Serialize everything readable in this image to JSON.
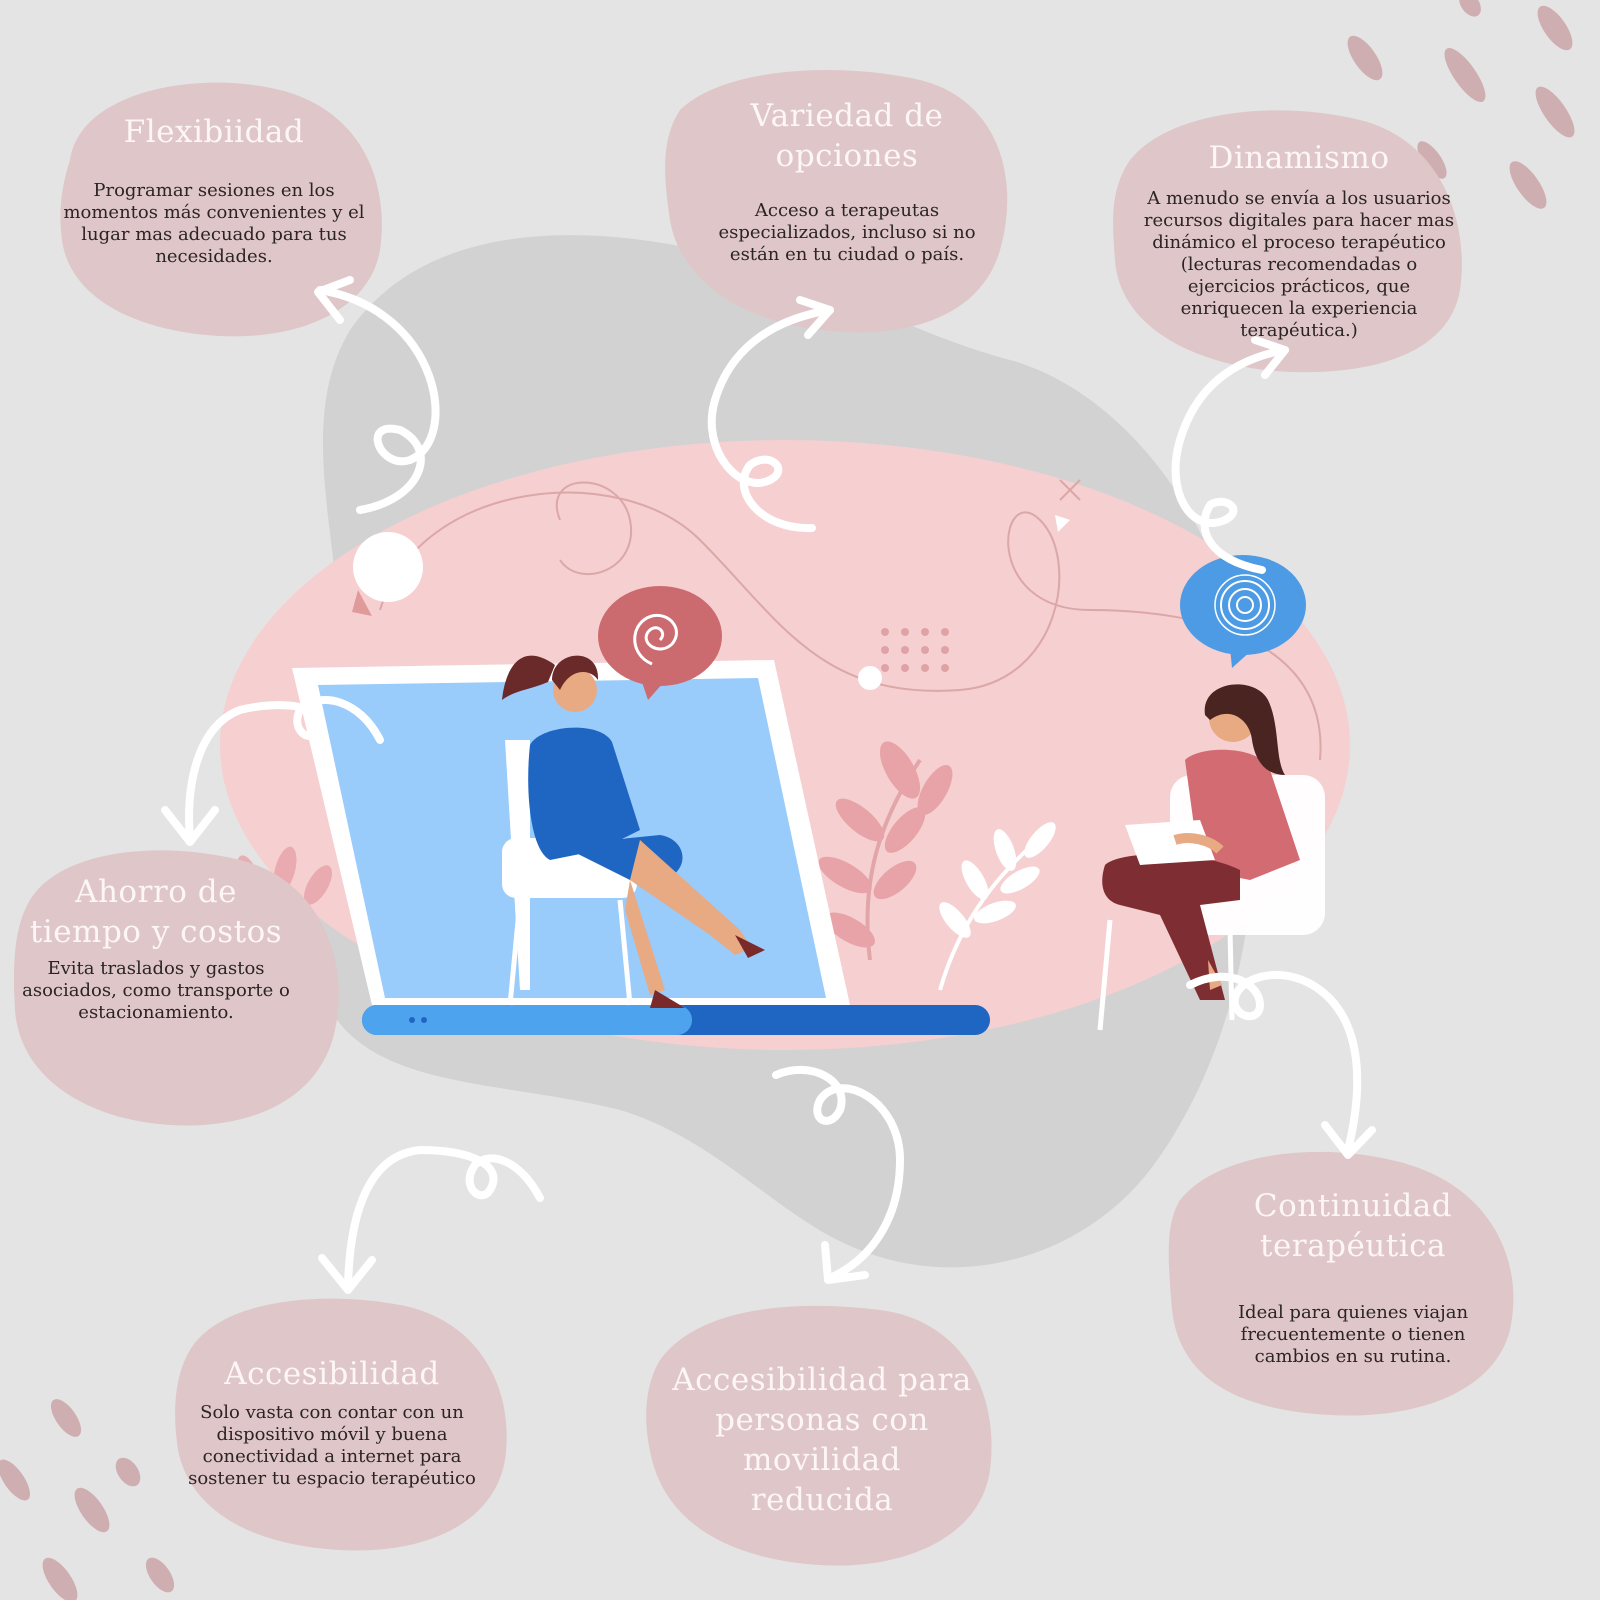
{
  "colors": {
    "background": "#e4e4e4",
    "blob": "#dfc6c8",
    "center_oval": "#f6cfd0",
    "grey_shape": "#d2d2d2",
    "screen_blue": "#99cbfb",
    "dress_blue": "#1f66c2",
    "therapist_top": "#d26b72",
    "accent_bubble_red": "#cc6b6f",
    "accent_bubble_blue": "#4d9be4"
  },
  "icons": [
    "spiral-arrow-icon",
    "speech-bubble-icon",
    "laptop-icon",
    "chair-icon",
    "plant-icon"
  ],
  "cards": {
    "flexibilidad": {
      "title": "Flexibiidad",
      "text": "Programar sesiones en los momentos más convenientes y el lugar mas adecuado para tus necesidades."
    },
    "variedad": {
      "title": "Variedad de opciones",
      "text": "Acceso a terapeutas especializados, incluso si no están en tu ciudad o país."
    },
    "dinamismo": {
      "title": "Dinamismo",
      "text": "A menudo se envía a los usuarios recursos digitales para hacer mas dinámico el proceso terapéutico (lecturas recomendadas o ejercicios prácticos, que enriquecen la experiencia terapéutica.)"
    },
    "ahorro": {
      "title": "Ahorro de tiempo y costos",
      "text": "Evita traslados y gastos asociados, como transporte o estacionamiento."
    },
    "continuidad": {
      "title": "Continuidad terapéutica",
      "text": "Ideal para quienes viajan frecuentemente o tienen cambios en su rutina."
    },
    "accesibilidad": {
      "title": "Accesibilidad",
      "text": "Solo vasta con contar con un dispositivo móvil y buena conectividad a internet para sostener tu espacio terapéutico"
    },
    "movilidad": {
      "title": "Accesibilidad para personas con movilidad reducida"
    }
  }
}
